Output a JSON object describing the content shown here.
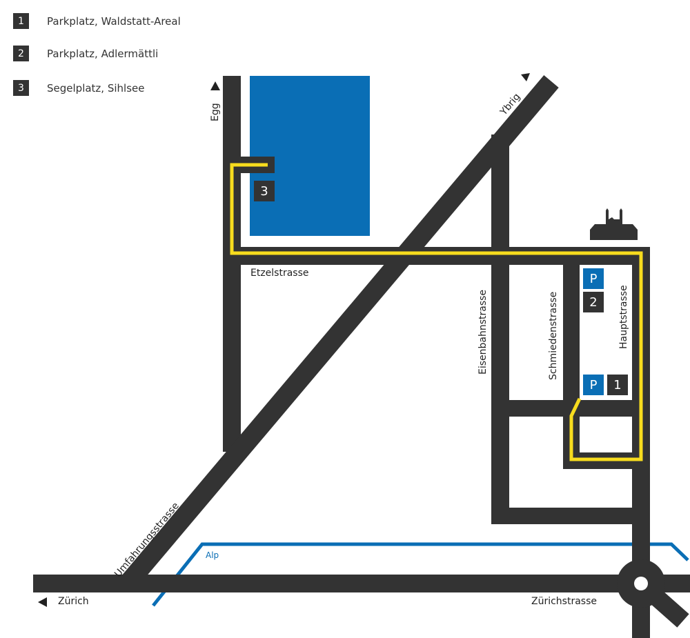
{
  "legend": [
    {
      "number": "1",
      "label": "Parkplatz,  Waldstatt-Areal"
    },
    {
      "number": "2",
      "label": "Parkplatz,  Adlermättli"
    },
    {
      "number": "3",
      "label": "Segelplatz,  Sihlsee"
    }
  ],
  "streets": {
    "etzel": "Etzelstrasse",
    "eisenbahn": "Eisenbahnstrasse",
    "schmieden": "Schmiedenstrasse",
    "haupt": "Hauptstrasse",
    "umfahrung": "Umfahrungsstrasse",
    "zuerichstrasse": "Zürichstrasse"
  },
  "directions": {
    "egg": "Egg",
    "ybrig": "Ybrig",
    "zuerich": "Zürich"
  },
  "river": "Alp",
  "markers": {
    "p": "P",
    "one": "1",
    "two": "2",
    "three": "3"
  },
  "colors": {
    "road": "#333333",
    "route": "#f7dc1e",
    "water": "#0a6eb5"
  }
}
